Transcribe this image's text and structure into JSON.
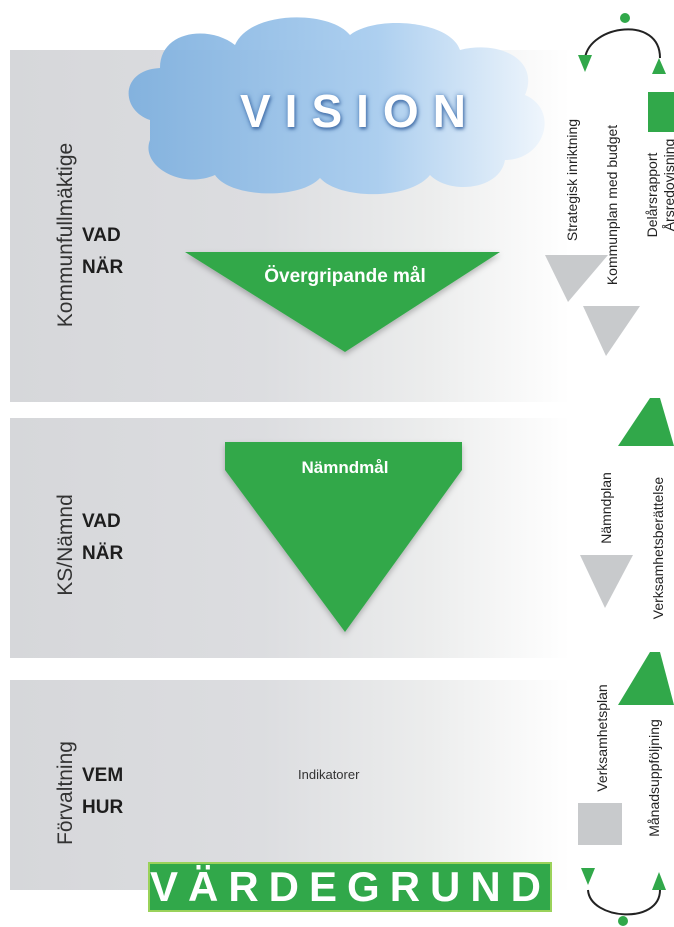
{
  "vision": "VISION",
  "bands": {
    "kommunfullmaktige": {
      "label": "Kommunfullmäktige",
      "kw1": "VAD",
      "kw2": "NÄR",
      "goal": "Övergripande mål"
    },
    "ks_namnd": {
      "label": "KS/Nämnd",
      "kw1": "VAD",
      "kw2": "NÄR",
      "goal": "Nämndmål"
    },
    "forvaltning": {
      "label": "Förvaltning",
      "kw1": "VEM",
      "kw2": "HUR",
      "goal": "Indikatorer"
    }
  },
  "vardegrund": "VÄRDEGRUND",
  "process": {
    "strategisk": "Strategisk inriktning",
    "kommunplan": "Kommunplan med budget",
    "delarsrapport": "Delårsrapport",
    "arsredovisning": "Årsredovisning",
    "namndplan": "Nämndplan",
    "verksamhetsberattelse": "Verksamhetsberättelse",
    "verksamhetsplan": "Verksamhetsplan",
    "manadsuppfoljning": "Månadsuppföljning"
  },
  "colors": {
    "green": "#31a84a",
    "band_gray": "#d6d7da",
    "arrow_gray": "#c8cacc",
    "cloud_blue": "#8fb9e0"
  }
}
